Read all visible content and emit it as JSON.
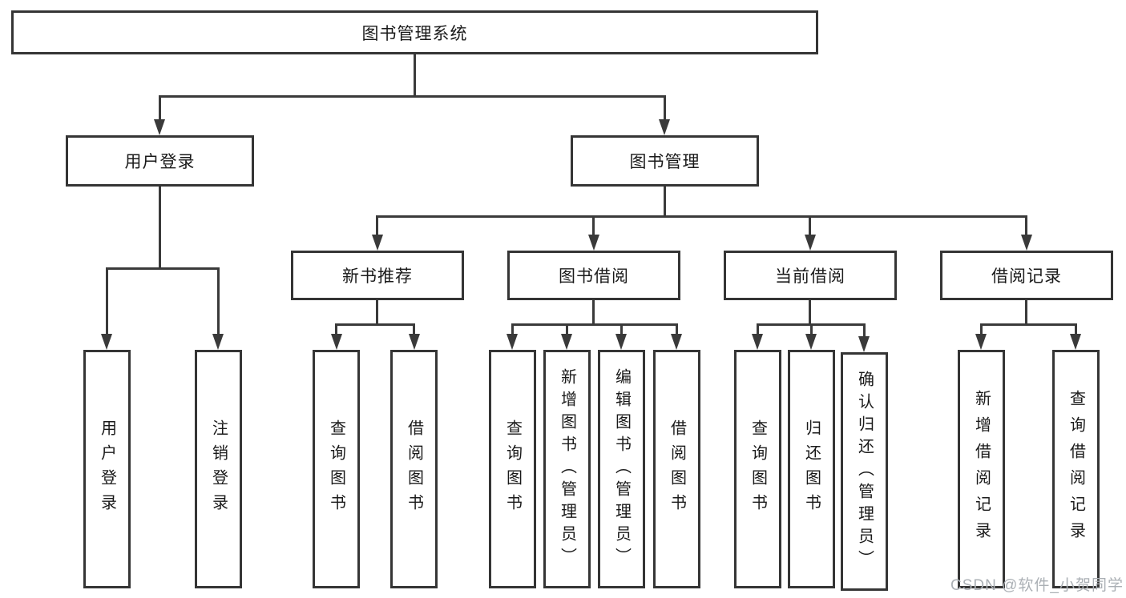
{
  "tree": {
    "root": "图书管理系统",
    "branches": [
      {
        "label": "用户登录",
        "children": [
          "用户登录",
          "注销登录"
        ]
      },
      {
        "label": "图书管理",
        "children": [
          {
            "label": "新书推荐",
            "children": [
              "查询图书",
              "借阅图书"
            ]
          },
          {
            "label": "图书借阅",
            "children": [
              "查询图书",
              "新增图书（管理员）",
              "编辑图书（管理员）",
              "借阅图书"
            ]
          },
          {
            "label": "当前借阅",
            "children": [
              "查询图书",
              "归还图书",
              "确认归还（管理员）"
            ]
          },
          {
            "label": "借阅记录",
            "children": [
              "新增借阅记录",
              "查询借阅记录"
            ]
          }
        ]
      }
    ]
  },
  "colors": {
    "line": "#3a3a3a",
    "box_border": "#353535",
    "text": "#1a1a1a",
    "watermark": "#abb0b5",
    "background": "#ffffff"
  },
  "watermark": "CSDN @软件_小贺同学"
}
